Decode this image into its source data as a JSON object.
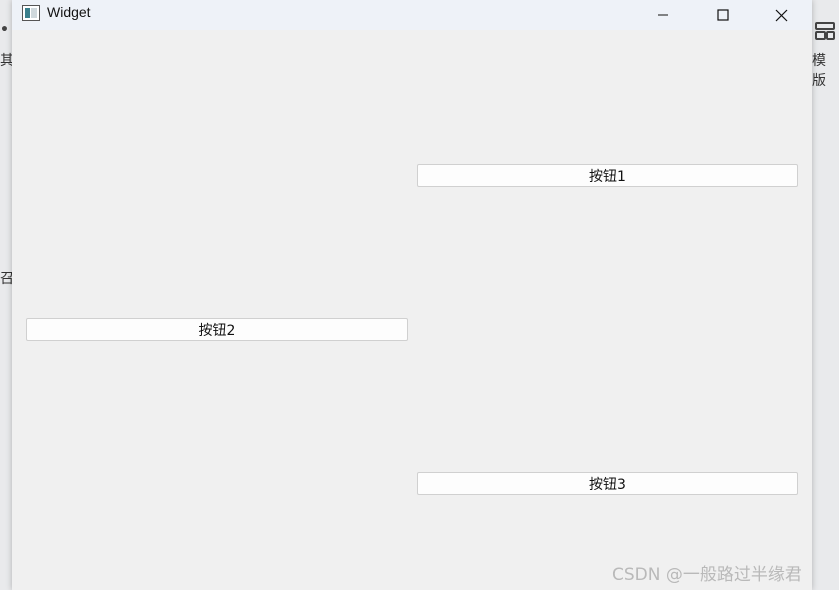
{
  "background": {
    "dots": "•••",
    "fragment_left_top": "其",
    "fragment_left_mid": "召",
    "fragment_right": "模版",
    "icon": "layout-icon"
  },
  "window": {
    "title": "Widget",
    "icon": "app-window-icon",
    "controls": {
      "minimize": "minimize-icon",
      "maximize": "maximize-icon",
      "close": "close-icon"
    }
  },
  "buttons": {
    "button1": "按钮1",
    "button2": "按钮2",
    "button3": "按钮3"
  },
  "watermark": "CSDN @一般路过半缘君",
  "colors": {
    "window_bg": "#f0f0f0",
    "titlebar_bg": "#eef2f8",
    "button_bg": "#fdfdfd",
    "watermark": "#b9b9b9"
  }
}
